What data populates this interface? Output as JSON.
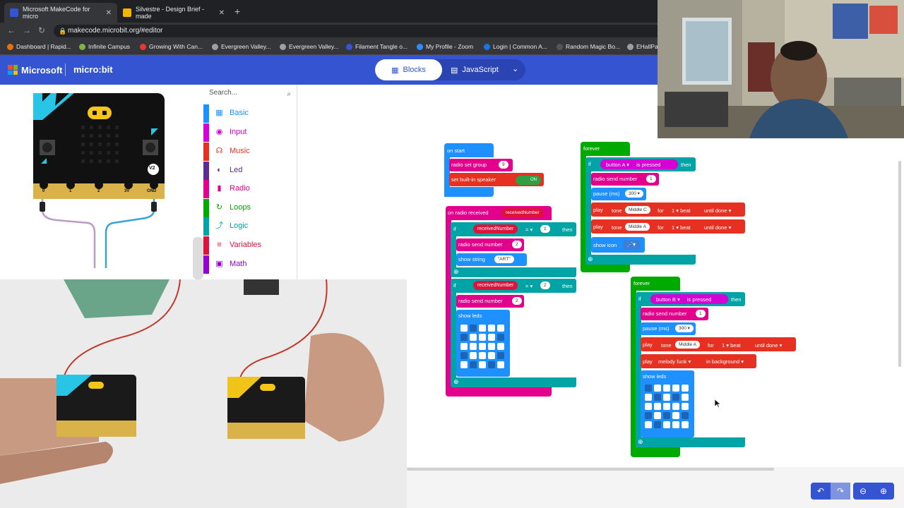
{
  "browser": {
    "tabs": [
      {
        "title": "Microsoft MakeCode for micro",
        "favicon_color": "#3454d1",
        "active": true
      },
      {
        "title": "Silvestre - Design Brief - made",
        "favicon_color": "#f4b400",
        "active": false
      }
    ],
    "url": "makecode.microbit.org/#editor",
    "bookmarks": [
      {
        "label": "Dashboard | Rapid...",
        "color": "#e8710a"
      },
      {
        "label": "Infinite Campus",
        "color": "#7cb342"
      },
      {
        "label": "Growing With Can...",
        "color": "#e53935"
      },
      {
        "label": "Evergreen Valley...",
        "color": "#9aa0a6"
      },
      {
        "label": "Evergreen Valley...",
        "color": "#9aa0a6"
      },
      {
        "label": "Filament Tangle o...",
        "color": "#3454d1"
      },
      {
        "label": "My Profile - Zoom",
        "color": "#2d8cff"
      },
      {
        "label": "Login | Common A...",
        "color": "#1a73e8"
      },
      {
        "label": "Random Magic Bo...",
        "color": "#555555"
      },
      {
        "label": "EHallPa",
        "color": "#9aa0a6"
      }
    ]
  },
  "header": {
    "brand": "Microsoft",
    "product": "micro:bit",
    "blocks_label": "Blocks",
    "js_label": "JavaScript"
  },
  "simulator": {
    "pins": [
      "0",
      "1",
      "2",
      "3V",
      "GND"
    ],
    "version_badge": "V2"
  },
  "toolbox": {
    "search_placeholder": "Search...",
    "categories": [
      {
        "label": "Basic",
        "color": "#1e90ff",
        "icon": "grid-icon"
      },
      {
        "label": "Input",
        "color": "#d400d4",
        "icon": "circle-icon"
      },
      {
        "label": "Music",
        "color": "#e63022",
        "icon": "headphones-icon"
      },
      {
        "label": "Led",
        "color": "#5c2d91",
        "icon": "toggle-icon"
      },
      {
        "label": "Radio",
        "color": "#e3008c",
        "icon": "signal-icon"
      },
      {
        "label": "Loops",
        "color": "#00aa00",
        "icon": "loop-icon"
      },
      {
        "label": "Logic",
        "color": "#00a4a6",
        "icon": "logic-icon"
      },
      {
        "label": "Variables",
        "color": "#dc143c",
        "icon": "list-icon"
      },
      {
        "label": "Math",
        "color": "#9400d3",
        "icon": "calculator-icon"
      }
    ]
  },
  "blocks": {
    "on_start": {
      "title": "on start",
      "set_group": "radio set group",
      "group_value": "9",
      "speaker": "set built-in speaker",
      "speaker_state": "ON"
    },
    "forever_a": {
      "title": "forever",
      "if_kw": "if",
      "button": "button A ▾",
      "pressed": "is pressed",
      "then_kw": "then",
      "send": "radio send number",
      "send_value": "1",
      "pause": "pause (ms)",
      "pause_value": "300 ▾",
      "play_kw": "play",
      "tone_kw": "tone",
      "note1": "Middle C",
      "note2": "Middle A",
      "for_kw": "for",
      "beat": "1 ▾ beat",
      "until": "until done ▾",
      "show_icon": "show icon"
    },
    "on_received": {
      "title": "on radio received",
      "param": "receivedNumber",
      "if_kw": "if",
      "var": "receivedNumber",
      "op": "= ▾",
      "value1": "1",
      "value2": "2",
      "then_kw": "then",
      "send": "radio send number",
      "send_value": "2",
      "show_string": "show string",
      "string_value": "\"ART\"",
      "show_leds": "show leds"
    },
    "forever_b": {
      "title": "forever",
      "if_kw": "if",
      "button": "button B ▾",
      "pressed": "is pressed",
      "then_kw": "then",
      "send": "radio send number",
      "send_value": "1",
      "pause": "pause (ms)",
      "pause_value": "300 ▾",
      "play_kw": "play",
      "tone_kw": "tone",
      "note": "Middle A",
      "for_kw": "for",
      "beat": "1 ▾ beat",
      "until": "until done ▾",
      "melody": "melody funk ▾",
      "background": "in background ▾",
      "show_leds": "show leds"
    }
  },
  "colors": {
    "header": "#3454d1",
    "events": "#1e90ff",
    "logic": "#00a4a6",
    "radio": "#e3008c",
    "input": "#d400d4",
    "music": "#e63022",
    "loops": "#00aa00",
    "variables": "#dc143c"
  }
}
